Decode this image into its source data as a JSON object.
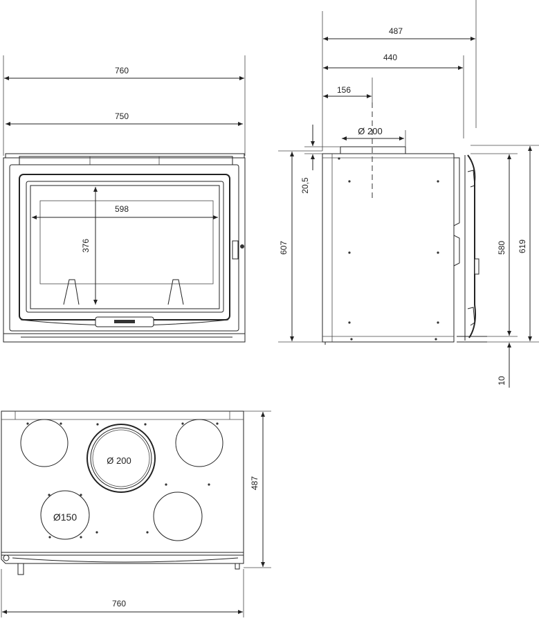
{
  "front_view": {
    "width_outer": "760",
    "width_body": "750",
    "glass_width": "598",
    "glass_height": "376"
  },
  "side_view": {
    "depth_total": "487",
    "depth_body": "440",
    "flue_offset": "156",
    "flue_diameter": "Ø 200",
    "flue_collar_height": "20,5",
    "height_body": "607",
    "height_door": "580",
    "height_total": "619",
    "foot_height": "10"
  },
  "top_view": {
    "flue_center": "Ø 200",
    "outlet_left": "Ø150",
    "depth": "487",
    "width": "760"
  }
}
